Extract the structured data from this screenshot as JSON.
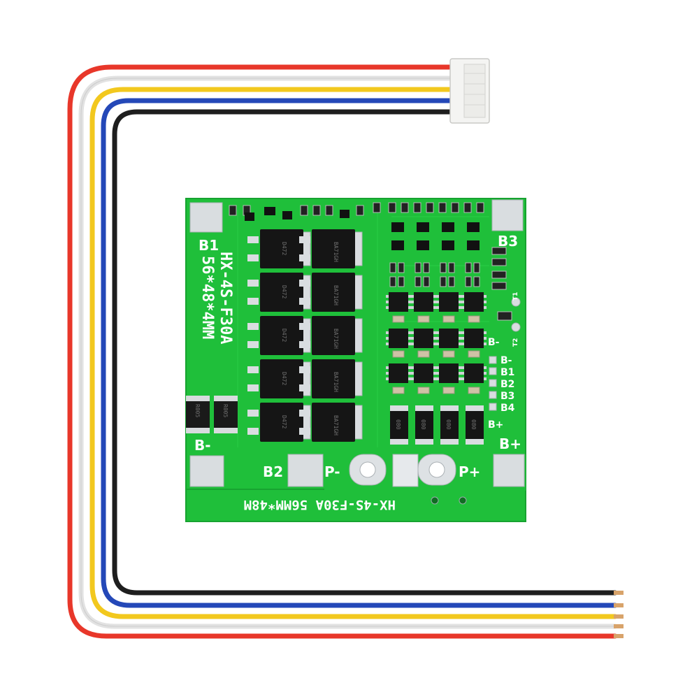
{
  "board": {
    "model_vertical": "HX-4S-F30A",
    "size_vertical": "56*48*4MM",
    "bottom_line": "HX-4S-F30A 56MM*48M",
    "pad_b1": "B1",
    "pad_b3": "B3",
    "pad_bminus": "B-",
    "pad_b2": "B2",
    "pad_pminus": "P-",
    "pad_pplus": "P+",
    "pad_bplus": "B+",
    "t1": "T1",
    "t2": "T2",
    "balance_bminus": "B-",
    "balance_header": [
      "B-",
      "B1",
      "B2",
      "B3",
      "B4"
    ],
    "balance_bplus": "B+",
    "shunt_left": "R005",
    "shunt_right": "R005",
    "mosfet_code_a": "D472",
    "mosfet_code_b": "BA71GH",
    "cap_code": "080"
  },
  "colors": {
    "pcb": "#1fbf3a",
    "pcb_edge": "#17a330",
    "wire_red": "#e8372a",
    "wire_white": "#dcdcdc",
    "wire_yellow": "#f2c81e",
    "wire_blue": "#2448b8",
    "wire_black": "#1e1e1e"
  }
}
